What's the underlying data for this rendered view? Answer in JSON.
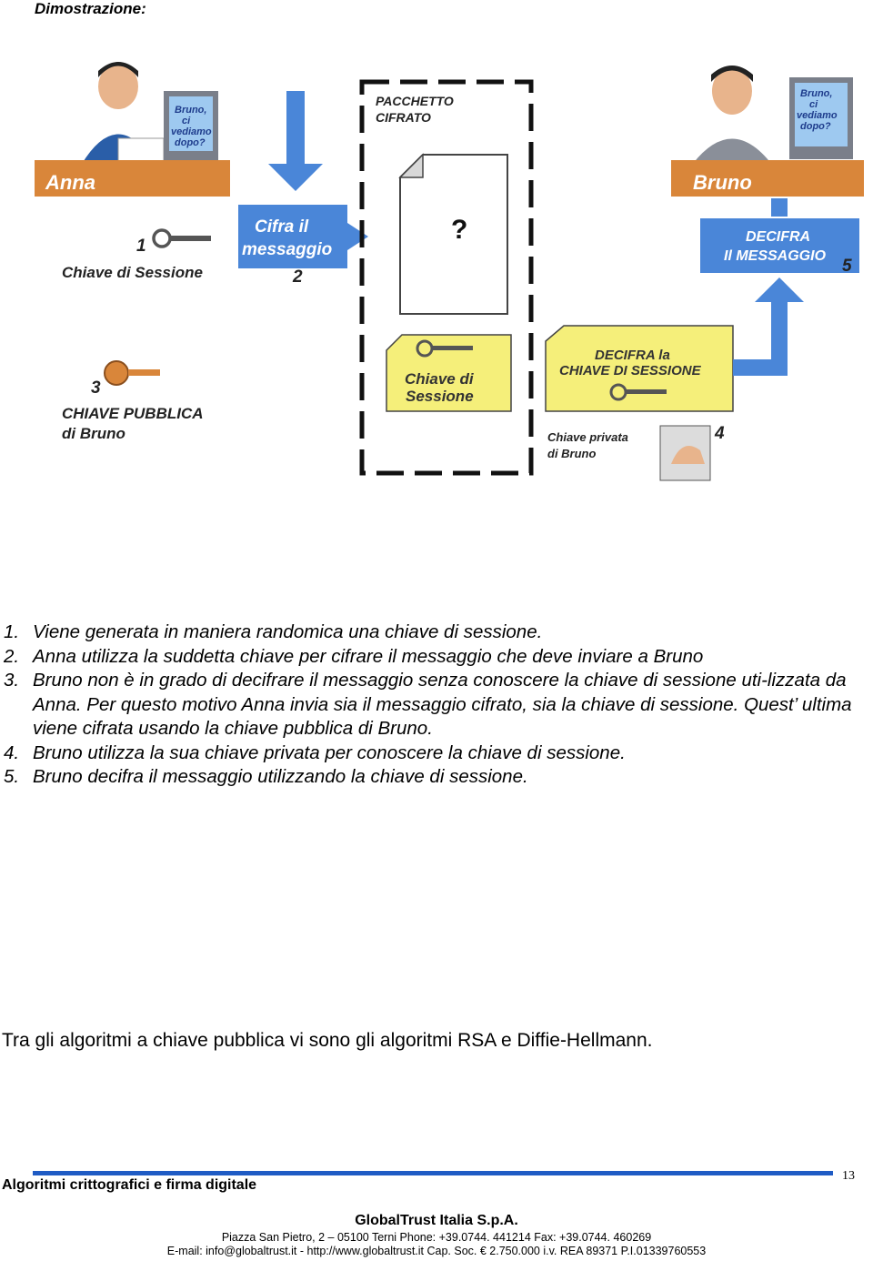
{
  "heading": "Dimostrazione:",
  "diagram": {
    "anna_label": "Anna",
    "bruno_label": "Bruno",
    "bubble": [
      "Bruno,",
      "ci",
      "vediamo",
      "dopo?"
    ],
    "pacchetto": [
      "PACCHETTO",
      "CIFRATO"
    ],
    "unknown_mark": "?",
    "cifra": [
      "Cifra il",
      "messaggio"
    ],
    "decifra": [
      "DECIFRA",
      "Il MESSAGGIO"
    ],
    "chiave_sessione_caption": "Chiave di Sessione",
    "chiave_pubblica": [
      "CHIAVE PUBBLICA",
      "di Bruno"
    ],
    "envelope_left": [
      "Chiave di",
      "Sessione"
    ],
    "envelope_right": [
      "DECIFRA la",
      "CHIAVE DI SESSIONE"
    ],
    "chiave_privata": [
      "Chiave privata",
      "di Bruno"
    ],
    "step_numbers": [
      "1",
      "2",
      "3",
      "4",
      "5"
    ],
    "colors": {
      "blue": "#4a86d8",
      "yellow": "#f5ef7a",
      "panel_orange": "#d9863a"
    }
  },
  "steps": [
    {
      "num": "1.",
      "text": "Viene generata in maniera randomica una chiave di sessione."
    },
    {
      "num": "2.",
      "text": "Anna utilizza la suddetta chiave per cifrare il messaggio che deve inviare a Bruno"
    },
    {
      "num": "3.",
      "text": "Bruno non è in grado di decifrare il messaggio senza conoscere la chiave di sessione uti-lizzata da Anna. Per questo motivo Anna invia sia il messaggio cifrato, sia la chiave di sessione. Quest’ ultima viene cifrata usando la chiave pubblica di Bruno."
    },
    {
      "num": "4.",
      "text": "Bruno utilizza la sua chiave privata per conoscere la chiave di sessione."
    },
    {
      "num": "5.",
      "text": "Bruno decifra il messaggio utilizzando la chiave di sessione."
    }
  ],
  "paragraph": "Tra gli algoritmi a chiave pubblica vi sono gli algoritmi RSA e Diffie-Hellmann.",
  "footer": {
    "title": "Algoritmi crittografici e firma digitale",
    "page": "13",
    "company": "GlobalTrust Italia S.p.A.",
    "address_line1": "Piazza San Pietro, 2 – 05100 Terni  Phone: +39.0744. 441214   Fax: +39.0744. 460269",
    "address_line2": "E-mail: info@globaltrust.it - http://www.globaltrust.it   Cap. Soc. € 2.750.000 i.v.   REA  89371  P.I.01339760553"
  }
}
